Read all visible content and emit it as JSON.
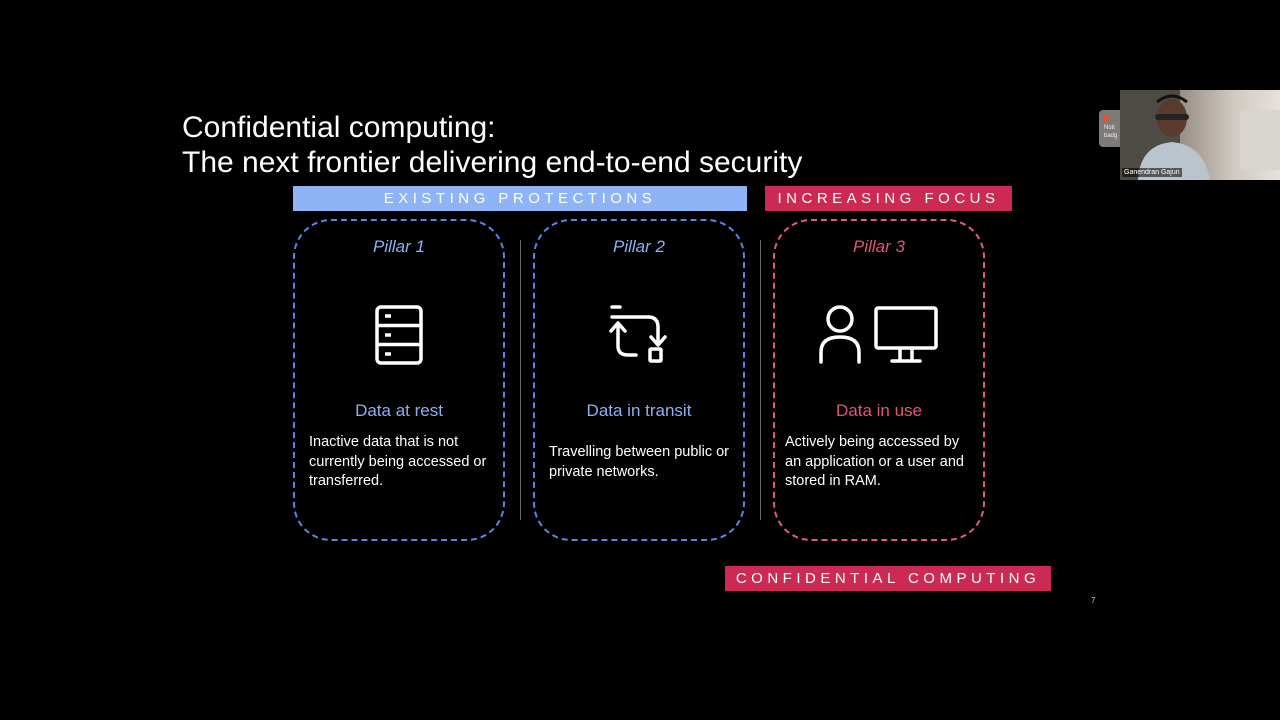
{
  "slide": {
    "title_line1": "Confidential computing:",
    "title_line2": "The next frontier delivering end-to-end security",
    "banner_existing": "EXISTING PROTECTIONS",
    "banner_increasing": "INCREASING FOCUS",
    "banner_confidential": "CONFIDENTIAL COMPUTING",
    "slide_number": "7",
    "colors": {
      "blue": "#8fb4f5",
      "red": "#cc2a55",
      "blue_dash": "#5b83e6",
      "red_dash": "#e25a7a"
    }
  },
  "pillars": [
    {
      "label": "Pillar 1",
      "heading": "Data at rest",
      "description": "Inactive data that is not currently being accessed or transferred.",
      "icon": "server-icon"
    },
    {
      "label": "Pillar 2",
      "heading": "Data in transit",
      "description": "Travelling between public or private networks.",
      "icon": "transfer-icon"
    },
    {
      "label": "Pillar 3",
      "heading": "Data in use",
      "description": "Actively being accessed by an application or a user and stored in RAM.",
      "icon": "user-monitor-icon"
    }
  ],
  "video": {
    "participant_name": "Ganendran Gajun"
  },
  "notification": {
    "text": "Noti badg"
  }
}
